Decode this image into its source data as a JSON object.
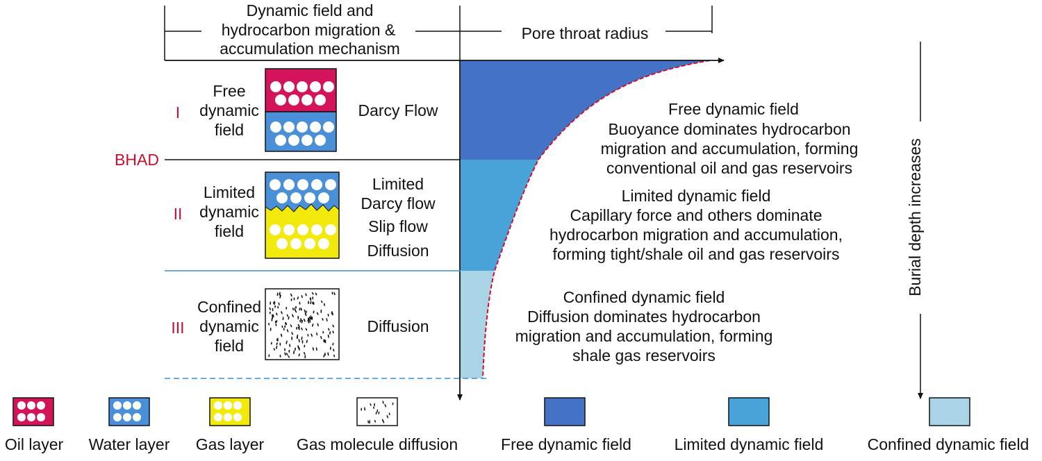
{
  "header": {
    "left_lines": [
      "Dynamic field and",
      "hydrocarbon migration &",
      "accumulation mechanism"
    ],
    "right": "Pore throat radius"
  },
  "side_label": "Burial depth increases",
  "bhad": "BHAD",
  "zones": [
    {
      "numeral": "I",
      "name_lines": [
        "Free",
        "dynamic",
        "field"
      ],
      "flow_lines": [
        "Darcy Flow"
      ],
      "description_lines": [
        "Free dynamic field",
        "Buoyance dominates hydrocarbon",
        "migration and accumulation, forming",
        "conventional oil and gas reservoirs"
      ]
    },
    {
      "numeral": "II",
      "name_lines": [
        "Limited",
        "dynamic",
        "field"
      ],
      "flow_lines": [
        "Limited",
        "Darcy flow",
        "Slip flow",
        "Diffusion"
      ],
      "description_lines": [
        "Limited dynamic field",
        "Capillary force and others dominate",
        "hydrocarbon migration and accumulation,",
        "forming tight/shale oil and gas reservoirs"
      ]
    },
    {
      "numeral": "III",
      "name_lines": [
        "Confined",
        "dynamic",
        "field"
      ],
      "flow_lines": [
        "Diffusion"
      ],
      "description_lines": [
        "Confined dynamic field",
        "Diffusion dominates hydrocarbon",
        "migration and accumulation, forming",
        "shale gas reservoirs"
      ]
    }
  ],
  "legend": [
    {
      "label": "Oil layer",
      "icon": "oil-layer-swatch"
    },
    {
      "label": "Water layer",
      "icon": "water-layer-swatch"
    },
    {
      "label": "Gas layer",
      "icon": "gas-layer-swatch"
    },
    {
      "label": "Gas molecule diffusion",
      "icon": "gas-diffusion-swatch"
    },
    {
      "label": "Free dynamic field",
      "icon": "free-field-swatch"
    },
    {
      "label": "Limited dynamic field",
      "icon": "limited-field-swatch"
    },
    {
      "label": "Confined dynamic field",
      "icon": "confined-field-swatch"
    }
  ],
  "colors": {
    "oil": "#d4145a",
    "water": "#4a90d9",
    "gas": "#f2ea0c",
    "free": "#4472c4",
    "limited": "#4aa3d8",
    "confined": "#a8d4e6",
    "curve": "#d0102a",
    "numeral": "#c8102e"
  }
}
